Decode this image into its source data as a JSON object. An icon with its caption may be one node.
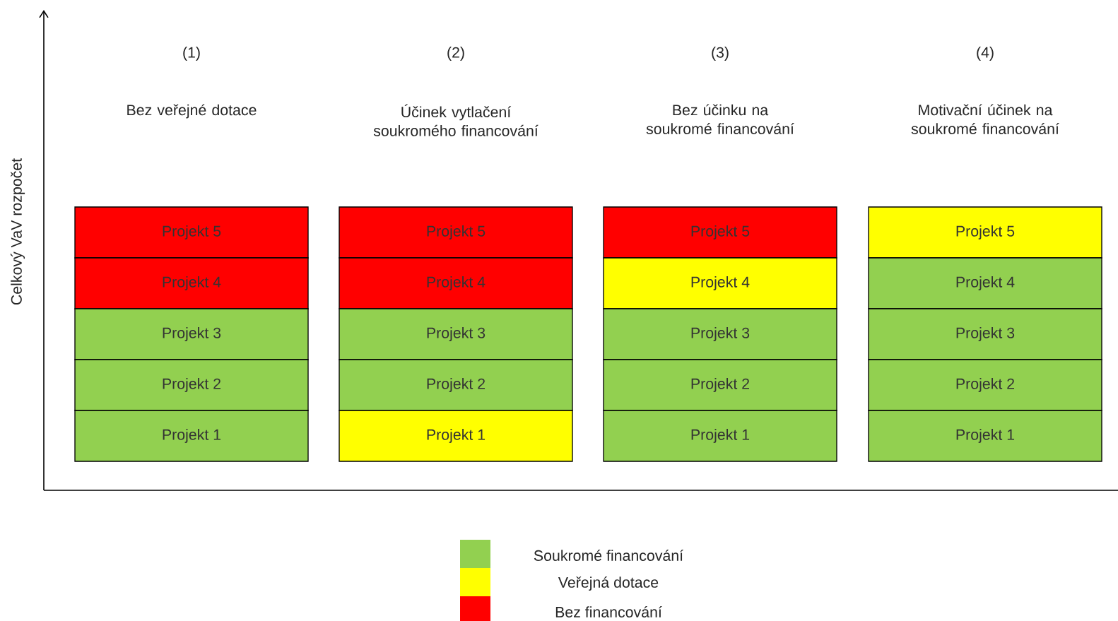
{
  "diagram": {
    "nodes": [
      {
        "text": [
          "Projekt 5"
        ]
      },
      {
        "text": [
          "Projekt 4"
        ]
      },
      {
        "text": [
          "Projekt 3"
        ]
      },
      {
        "text": [
          "Projekt 2"
        ]
      },
      {
        "text": [
          "Projekt 1"
        ]
      },
      {
        "text": [
          "Projekt 5"
        ]
      },
      {
        "text": [
          "Projekt 4"
        ]
      },
      {
        "text": [
          "Projekt 3"
        ]
      },
      {
        "text": [
          "Projekt 2"
        ]
      },
      {
        "text": [
          "Projekt 1"
        ]
      },
      {
        "text": [
          "Projekt 5"
        ]
      },
      {
        "text": [
          "Projekt 4"
        ]
      },
      {
        "text": [
          "Projekt 3"
        ]
      },
      {
        "text": [
          "Projekt 2"
        ]
      },
      {
        "text": [
          "Projekt 1"
        ]
      },
      {
        "text": [
          "Projekt 5"
        ]
      },
      {
        "text": [
          "Projekt 4"
        ]
      },
      {
        "text": [
          "Projekt 3"
        ]
      },
      {
        "text": [
          "Projekt 2"
        ]
      },
      {
        "text": [
          "Projekt 1"
        ]
      }
    ],
    "labels": [
      "(1)",
      "Bez veřejné dotace",
      "(2)",
      "Účinek vytlačení soukromého financování",
      "(3)",
      "Bez účinku na soukromé financování",
      "(4)",
      "Motivační účinek na soukromé financování",
      "Celkový VaV rozpočet"
    ],
    "legend": [
      {
        "text": "Soukromé financování",
        "color": "#92d050"
      },
      {
        "text": "Veřejná dotace",
        "color": "#ffff00"
      },
      {
        "text": "Bez financování",
        "color": "#ff0000"
      }
    ]
  }
}
